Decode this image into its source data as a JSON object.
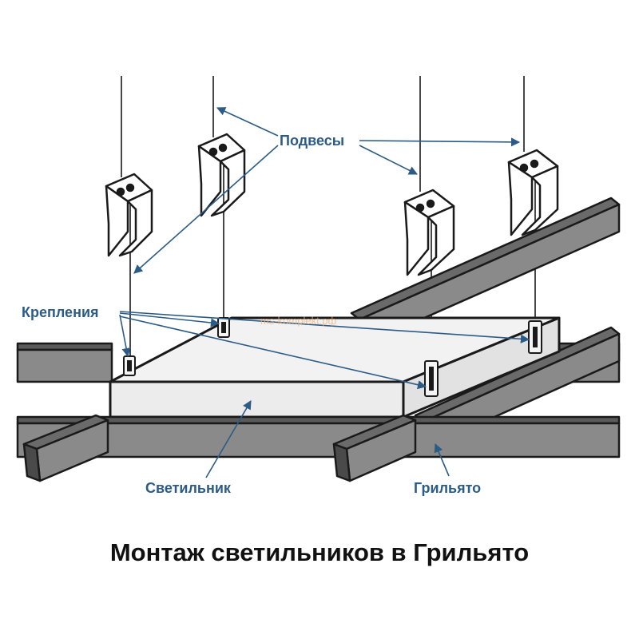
{
  "labels": {
    "suspensions": "Подвесы",
    "fasteners": "Крепления",
    "luminaire": "Светильник",
    "grilyato": "Грильято"
  },
  "title": "Монтаж светильников в Грильято",
  "watermark": "ms-komplekt.рф",
  "colors": {
    "label": "#2c5c86",
    "arrow": "#2c5c86",
    "outline": "#1a1a1a",
    "rail": "#7a7a7a",
    "rail_dark": "#4a4a4a",
    "panel_top": "#f2f2f2",
    "panel_front": "#e9e9e9",
    "title": "#111111",
    "watermark": "#f2b27a"
  }
}
